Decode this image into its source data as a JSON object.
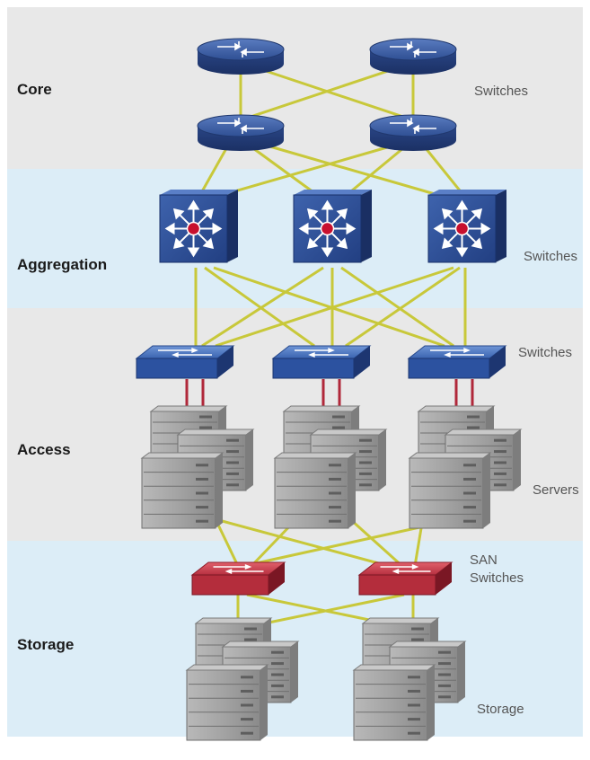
{
  "layers": {
    "core": {
      "label": "Core",
      "device_label": "Switches"
    },
    "aggregation": {
      "label": "Aggregation",
      "device_label": "Switches"
    },
    "access": {
      "label": "Access",
      "switch_label": "Switches",
      "server_label": "Servers"
    },
    "storage": {
      "label": "Storage",
      "switch_label": "SAN\nSwitches",
      "storage_label": "Storage"
    }
  },
  "colors": {
    "band_gray": "#e8e8e8",
    "band_blue": "#dcedf7",
    "link": "#c8c83a",
    "access_link": "#b0283a",
    "router": "#2e4f95",
    "agg_switch": "#2c4d96",
    "access_switch": "#2f5aa3",
    "san_switch": "#b8323f",
    "server": "#9a9a9a"
  },
  "icons": {
    "router": "router-icon",
    "agg_switch": "multilayer-switch-icon",
    "access_switch": "workgroup-switch-icon",
    "san_switch": "san-switch-icon",
    "server": "server-stack-icon"
  }
}
